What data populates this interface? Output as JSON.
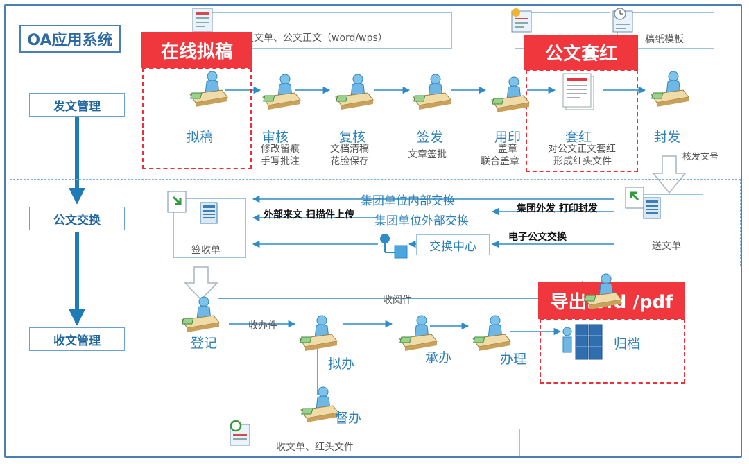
{
  "title": "OA应用系统",
  "management": {
    "send": "发文管理",
    "exchange": "公文交换",
    "receive": "收文管理"
  },
  "red_labels": {
    "online_draft": "在线拟稿",
    "red_header": "公文套红",
    "export": "导出.ofd /pdf"
  },
  "top_docs": {
    "doc1": "发文单、公文正文（word/wps）",
    "doc2": "稿纸模板"
  },
  "send_steps": [
    {
      "label": "拟稿",
      "sub": []
    },
    {
      "label": "审核",
      "sub": [
        "修改留痕",
        "手写批注"
      ]
    },
    {
      "label": "复核",
      "sub": [
        "文档清稿",
        "花脸保存"
      ]
    },
    {
      "label": "签发",
      "sub": [
        "文章签批"
      ]
    },
    {
      "label": "用印",
      "sub": [
        "盖章",
        "联合盖章"
      ]
    },
    {
      "label": "套红",
      "sub": [
        "对公文正文套红",
        "形成红头文件"
      ]
    },
    {
      "label": "封发",
      "sub": []
    }
  ],
  "issue_number": "核发文号",
  "exchange": {
    "internal": "集团单位内部交换",
    "external": "集团单位外部交换",
    "external_incoming": "外部来文 扫描件上传",
    "group_send": "集团外发 打印封发",
    "e_exchange": "电子公文交换",
    "center": "交换中心",
    "sign_receipt": "签收单",
    "send_sheet": "送文单"
  },
  "receive": {
    "register": "登记",
    "read": "收阅件",
    "handle_doc": "收办件",
    "draft": "拟办",
    "undertake": "承办",
    "process": "办理",
    "archive": "归档",
    "supervise": "督办",
    "bottom_doc": "收文单、红头文件"
  },
  "colors": {
    "accent_blue": "#2e82b8",
    "red": "#f0373d",
    "frame": "#4a7fb5",
    "arrow": "#1f7bb5"
  }
}
